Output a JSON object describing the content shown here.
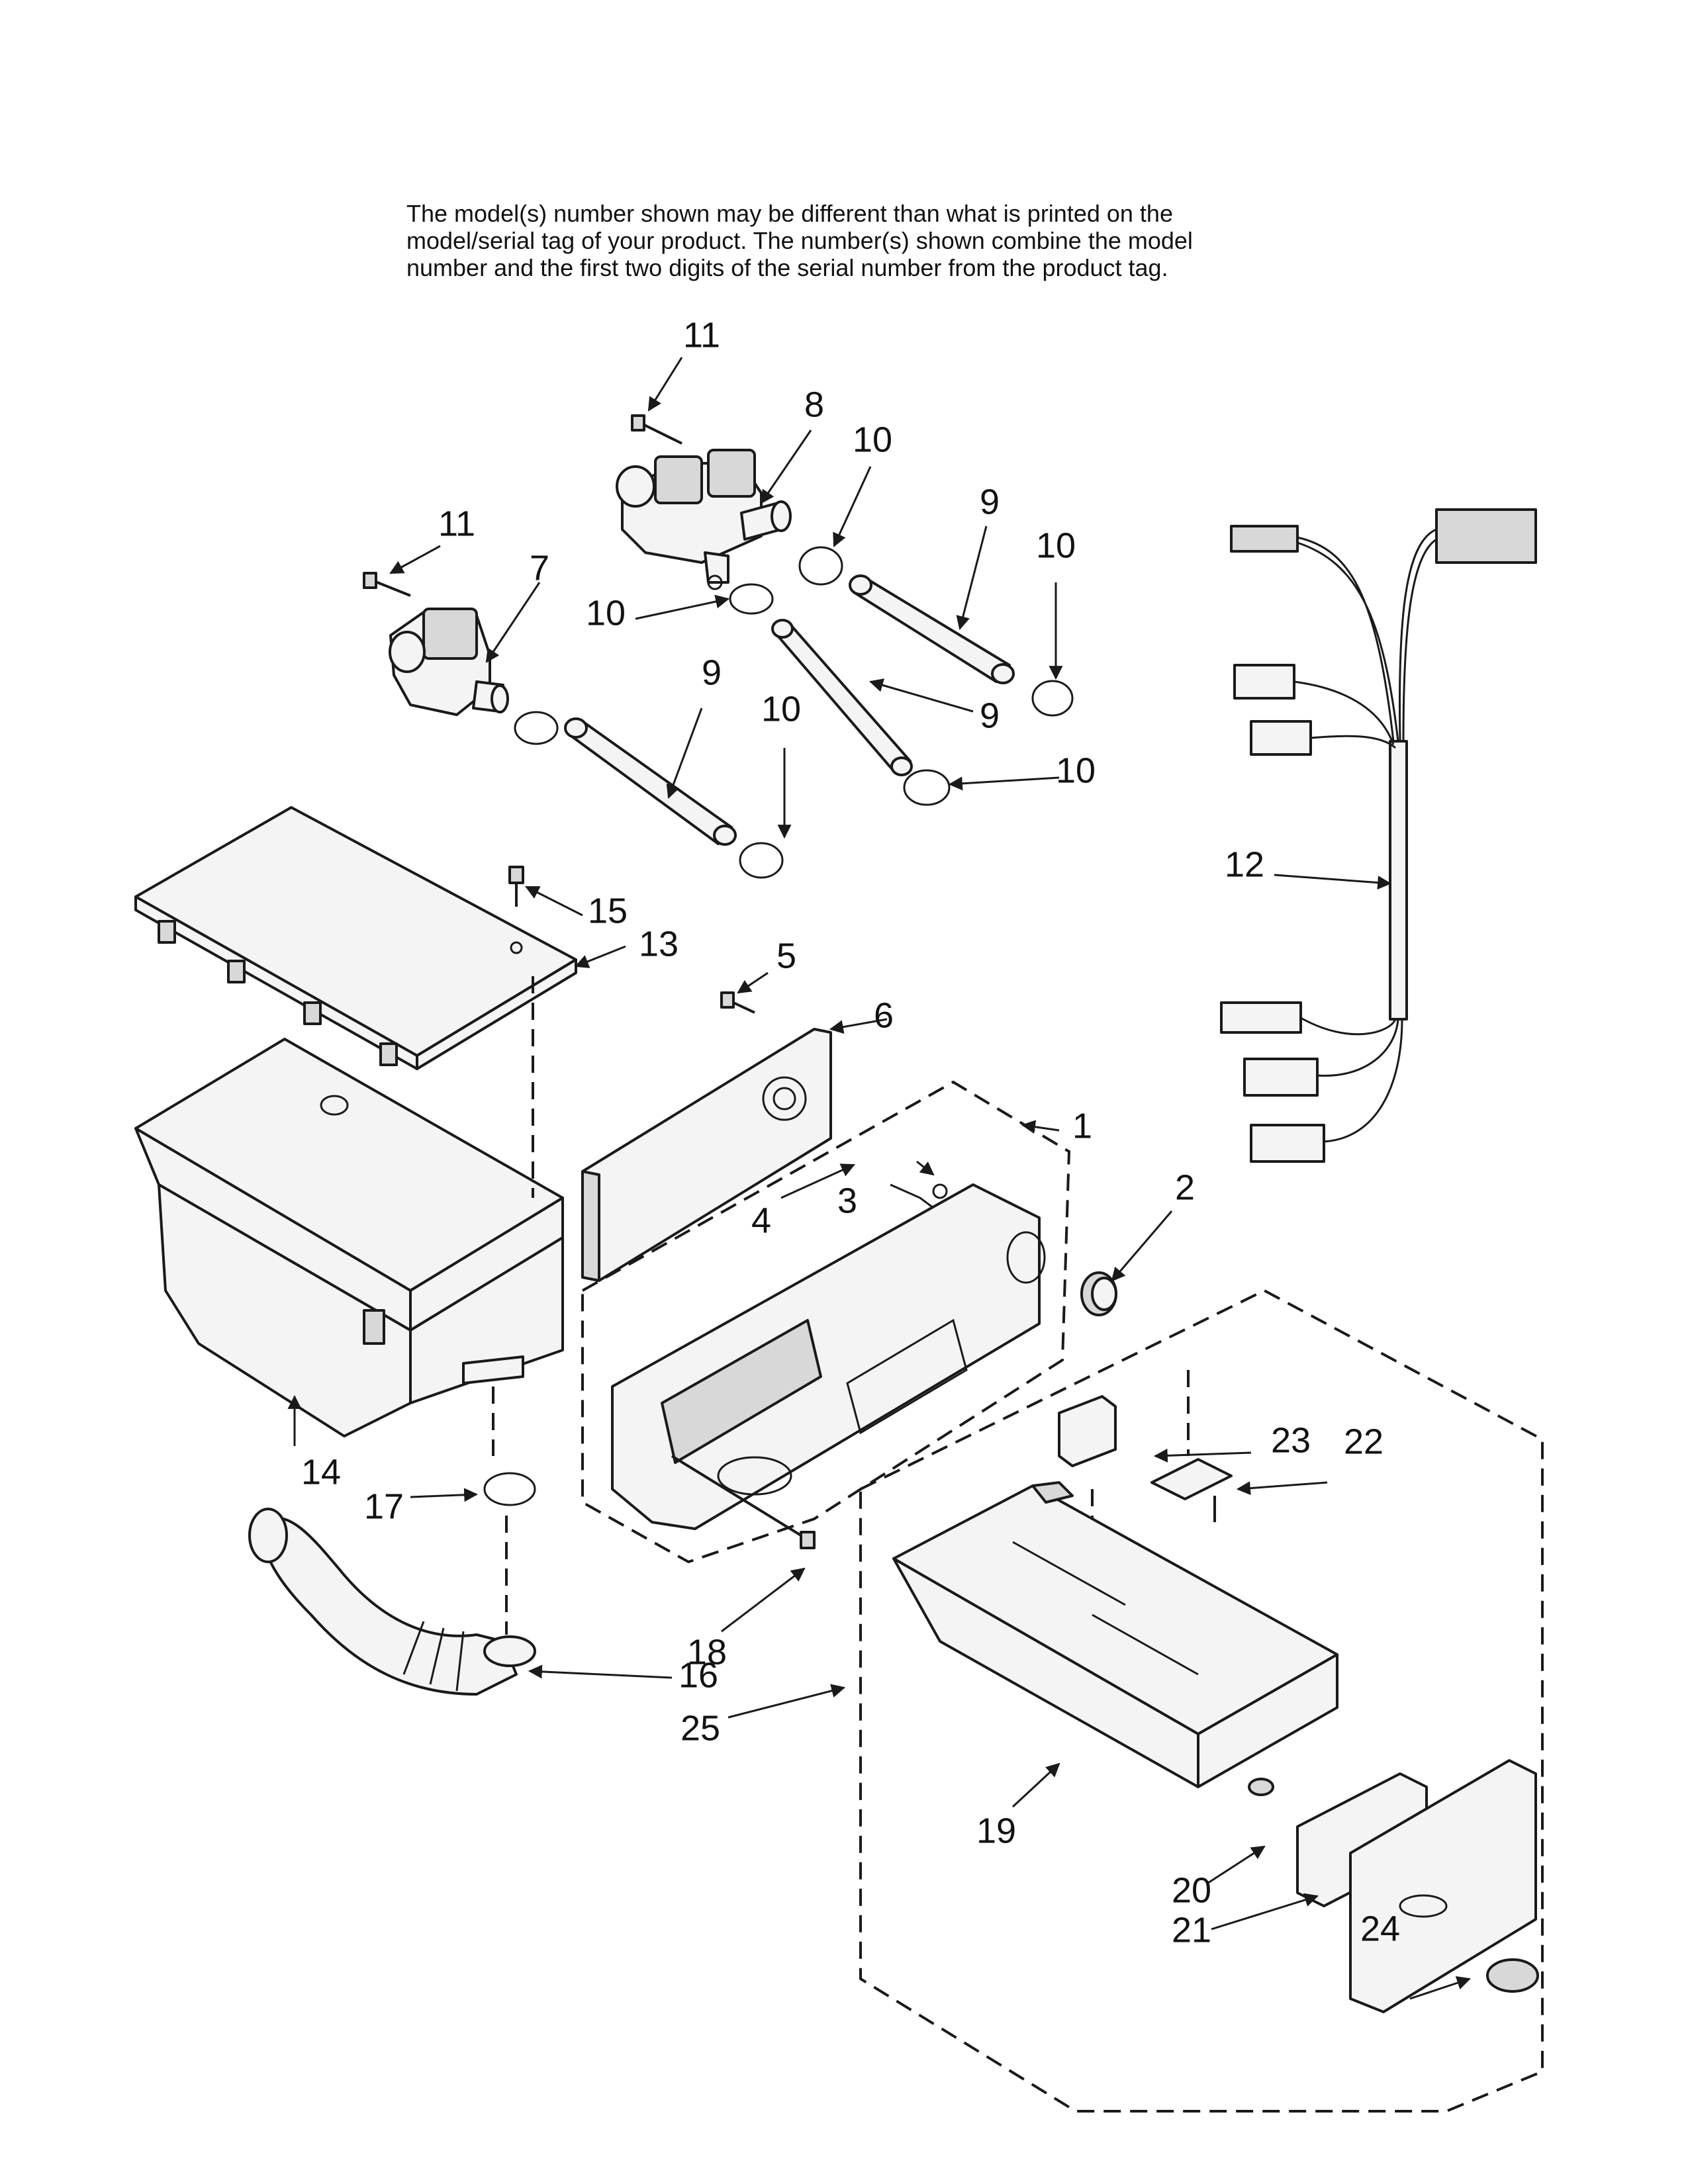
{
  "header": {
    "note_lines": [
      "The model(s) number shown may be different than what is printed on the",
      "model/serial tag of your product. The number(s) shown combine the model",
      "number and the first two digits of the serial number from the product tag."
    ]
  },
  "callouts": {
    "c1": "1",
    "c2": "2",
    "c3": "3",
    "c4": "4",
    "c5": "5",
    "c6": "6",
    "c7": "7",
    "c8": "8",
    "c9a": "9",
    "c9b": "9",
    "c9c": "9",
    "c10a": "10",
    "c10b": "10",
    "c10c": "10",
    "c10d": "10",
    "c10e": "10",
    "c11a": "11",
    "c11b": "11",
    "c12": "12",
    "c13": "13",
    "c14": "14",
    "c15": "15",
    "c16": "16",
    "c17": "17",
    "c18": "18",
    "c19": "19",
    "c20": "20",
    "c21": "21",
    "c22": "22",
    "c23": "23",
    "c24": "24",
    "c25": "25"
  }
}
